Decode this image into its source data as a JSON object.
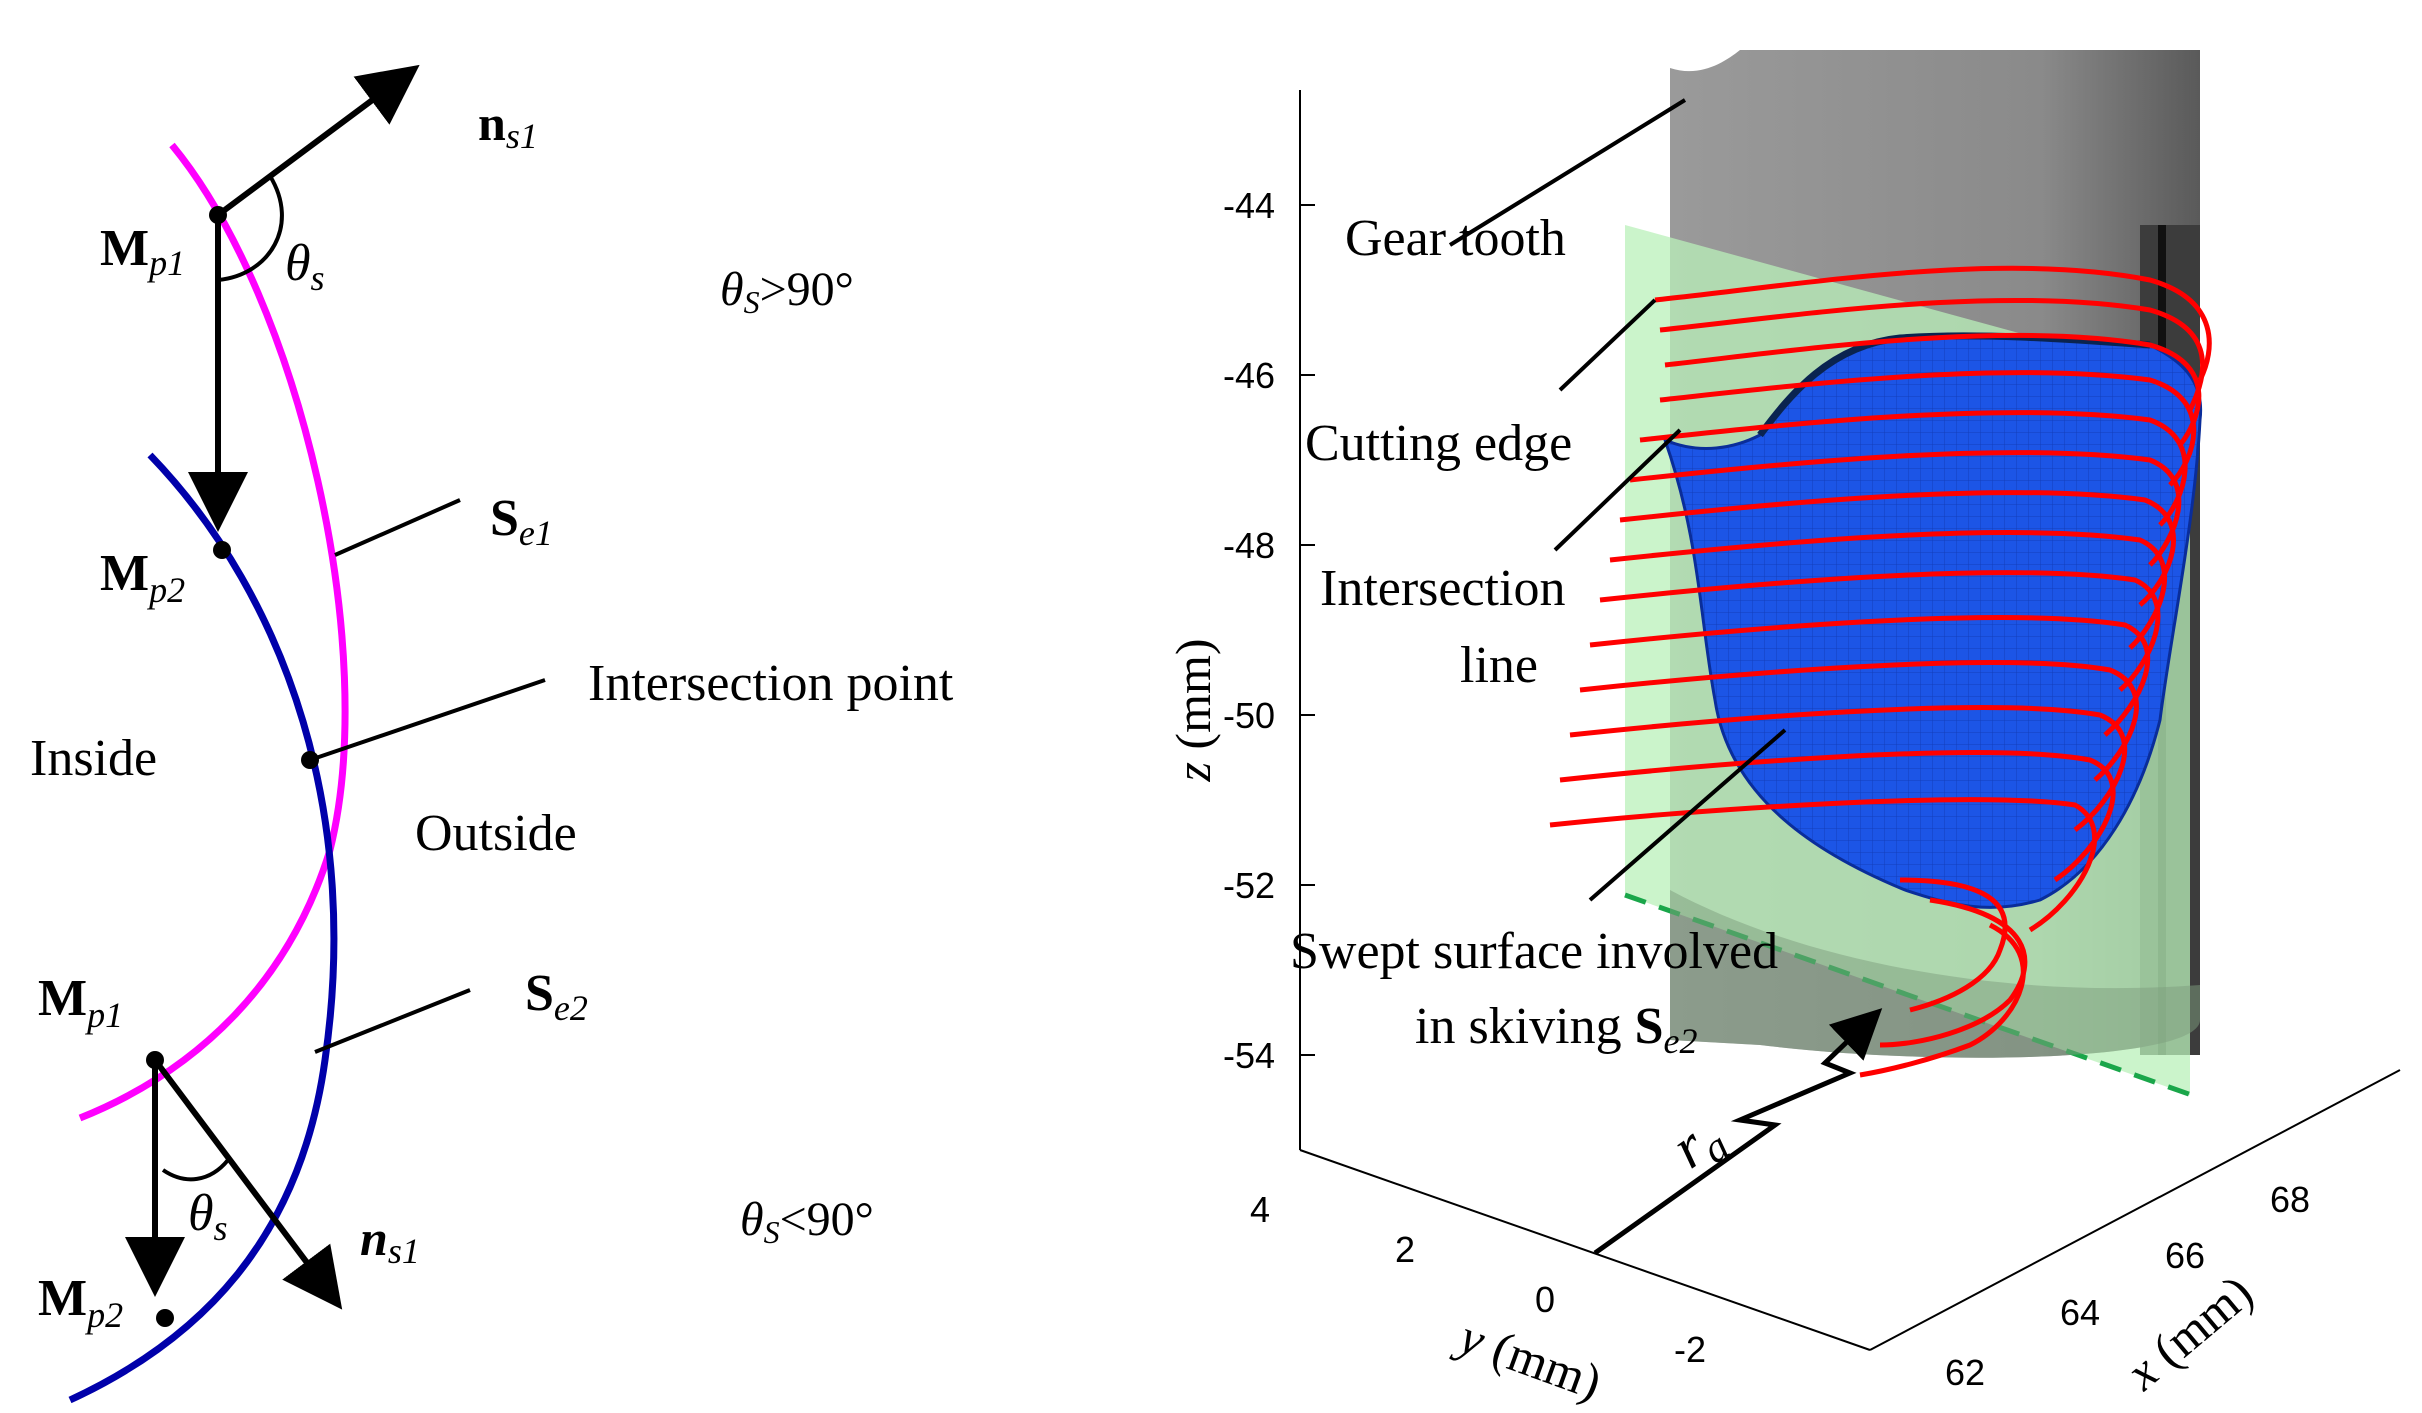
{
  "left_panel": {
    "labels": {
      "ns1_top_bold": "n",
      "ns1_top_sub": "s1",
      "mp1_top_bold": "M",
      "mp1_top_sub": "p1",
      "theta_top": "θ",
      "theta_top_sub": "s",
      "cond_top_theta": "θ",
      "cond_top_sub": "S",
      "cond_top_text": ">90°",
      "mp2_top_bold": "M",
      "mp2_top_sub": "p2",
      "se1_bold": "S",
      "se1_sub": "e1",
      "intersection_point": "Intersection point",
      "inside": "Inside",
      "outside": "Outside",
      "se2_bold": "S",
      "se2_sub": "e2",
      "mp1_bot_bold": "M",
      "mp1_bot_sub": "p1",
      "theta_bot": "θ",
      "theta_bot_sub": "s",
      "ns1_bot_bold": "n",
      "ns1_bot_sub": "s1",
      "cond_bot_theta": "θ",
      "cond_bot_sub": "S",
      "cond_bot_text": "<90°",
      "mp2_bot_bold": "M",
      "mp2_bot_sub": "p2"
    },
    "colors": {
      "magenta_curve": "#ff00ff",
      "blue_curve": "#0000aa"
    }
  },
  "right_panel": {
    "labels": {
      "gear_tooth": "Gear tooth",
      "cutting_edge": "Cutting edge",
      "intersection_line_1": "Intersection",
      "intersection_line_2": "line",
      "swept_1": "Swept surface involved",
      "swept_2": "in skiving ",
      "swept_bold": "S",
      "swept_sub": "e2",
      "ra": "r",
      "ra_sub": "a"
    },
    "axes": {
      "z_label_var": "z",
      "z_label_unit": " (mm)",
      "y_label_var": "y",
      "y_label_unit": " (mm)",
      "x_label_var": "x",
      "x_label_unit": " (mm)",
      "z_ticks": [
        "-44",
        "-46",
        "-48",
        "-50",
        "-52",
        "-54"
      ],
      "y_ticks": [
        "4",
        "2",
        "0",
        "-2"
      ],
      "x_ticks": [
        "62",
        "64",
        "66",
        "68"
      ]
    },
    "colors": {
      "gear_gray": "#8c8c8c",
      "gear_dark": "#505050",
      "plane_green": "#b9f0b9",
      "surface_blue": "#1c55e6",
      "red_curves": "#ff0000",
      "dashed_green": "#1aa64a"
    }
  }
}
